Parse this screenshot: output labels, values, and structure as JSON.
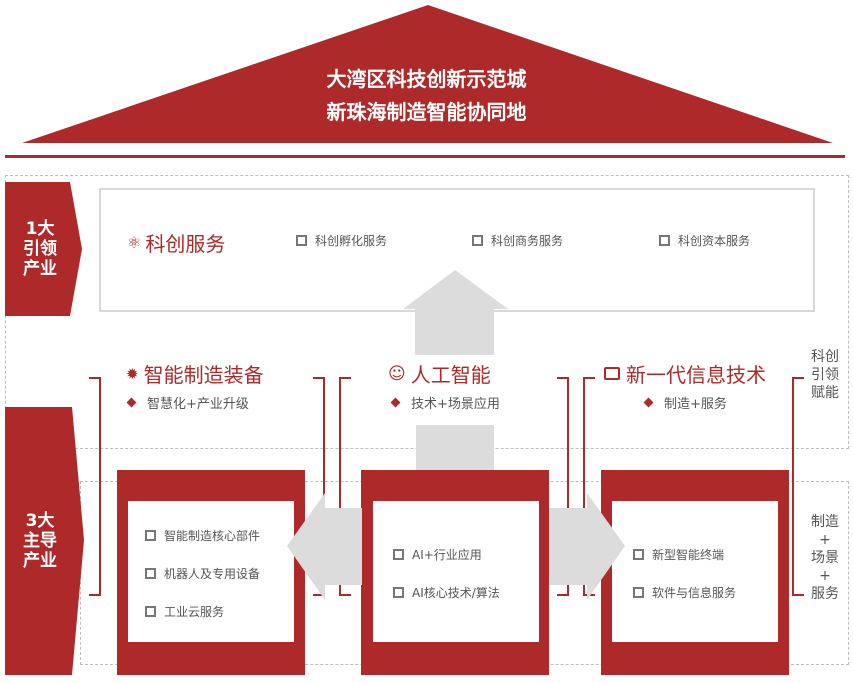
{
  "roof": {
    "line1": "大湾区科技创新示范城",
    "line2": "新珠海制造智能协同地"
  },
  "tag_leading": "1大\n引领\n产业",
  "tag_leading_lines": [
    "1大",
    "引领",
    "产业"
  ],
  "tag_main_lines": [
    "3大",
    "主导",
    "产业"
  ],
  "service": {
    "title": "科创服务",
    "items": [
      "科创孵化服务",
      "科创商务服务",
      "科创资本服务"
    ]
  },
  "industries": [
    {
      "title": "智能制造装备",
      "sub": "智慧化+产业升级",
      "items": [
        "智能制造核心部件",
        "机器人及专用设备",
        "工业云服务"
      ]
    },
    {
      "title": "人工智能",
      "sub": "技术+场景应用",
      "items": [
        "AI+行业应用",
        "AI核心技术/算法"
      ]
    },
    {
      "title": "新一代信息技术",
      "sub": "制造+服务",
      "items": [
        "新型智能终端",
        "软件与信息服务"
      ]
    }
  ],
  "side_top": [
    "科创",
    "引领",
    "赋能"
  ],
  "side_bottom": [
    "制造",
    "+",
    "场景",
    "+",
    "服务"
  ],
  "colors": {
    "red": "#ae2a2a",
    "gray": "#dcdcdc"
  }
}
